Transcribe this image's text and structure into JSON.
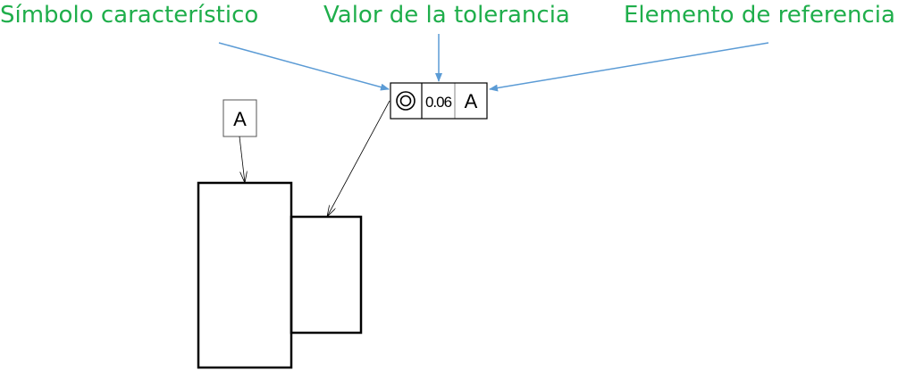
{
  "labels": {
    "symbol": "Símbolo característico",
    "tolerance": "Valor de la tolerancia",
    "datum_ref": "Elemento de referencia"
  },
  "frame": {
    "symbol_icon": "concentricity-icon",
    "tolerance_value": "0.06",
    "datum": "A"
  },
  "datum_flag": "A",
  "colors": {
    "label": "#1fae4b",
    "arrow": "#5b9bd5",
    "line": "#000000"
  }
}
